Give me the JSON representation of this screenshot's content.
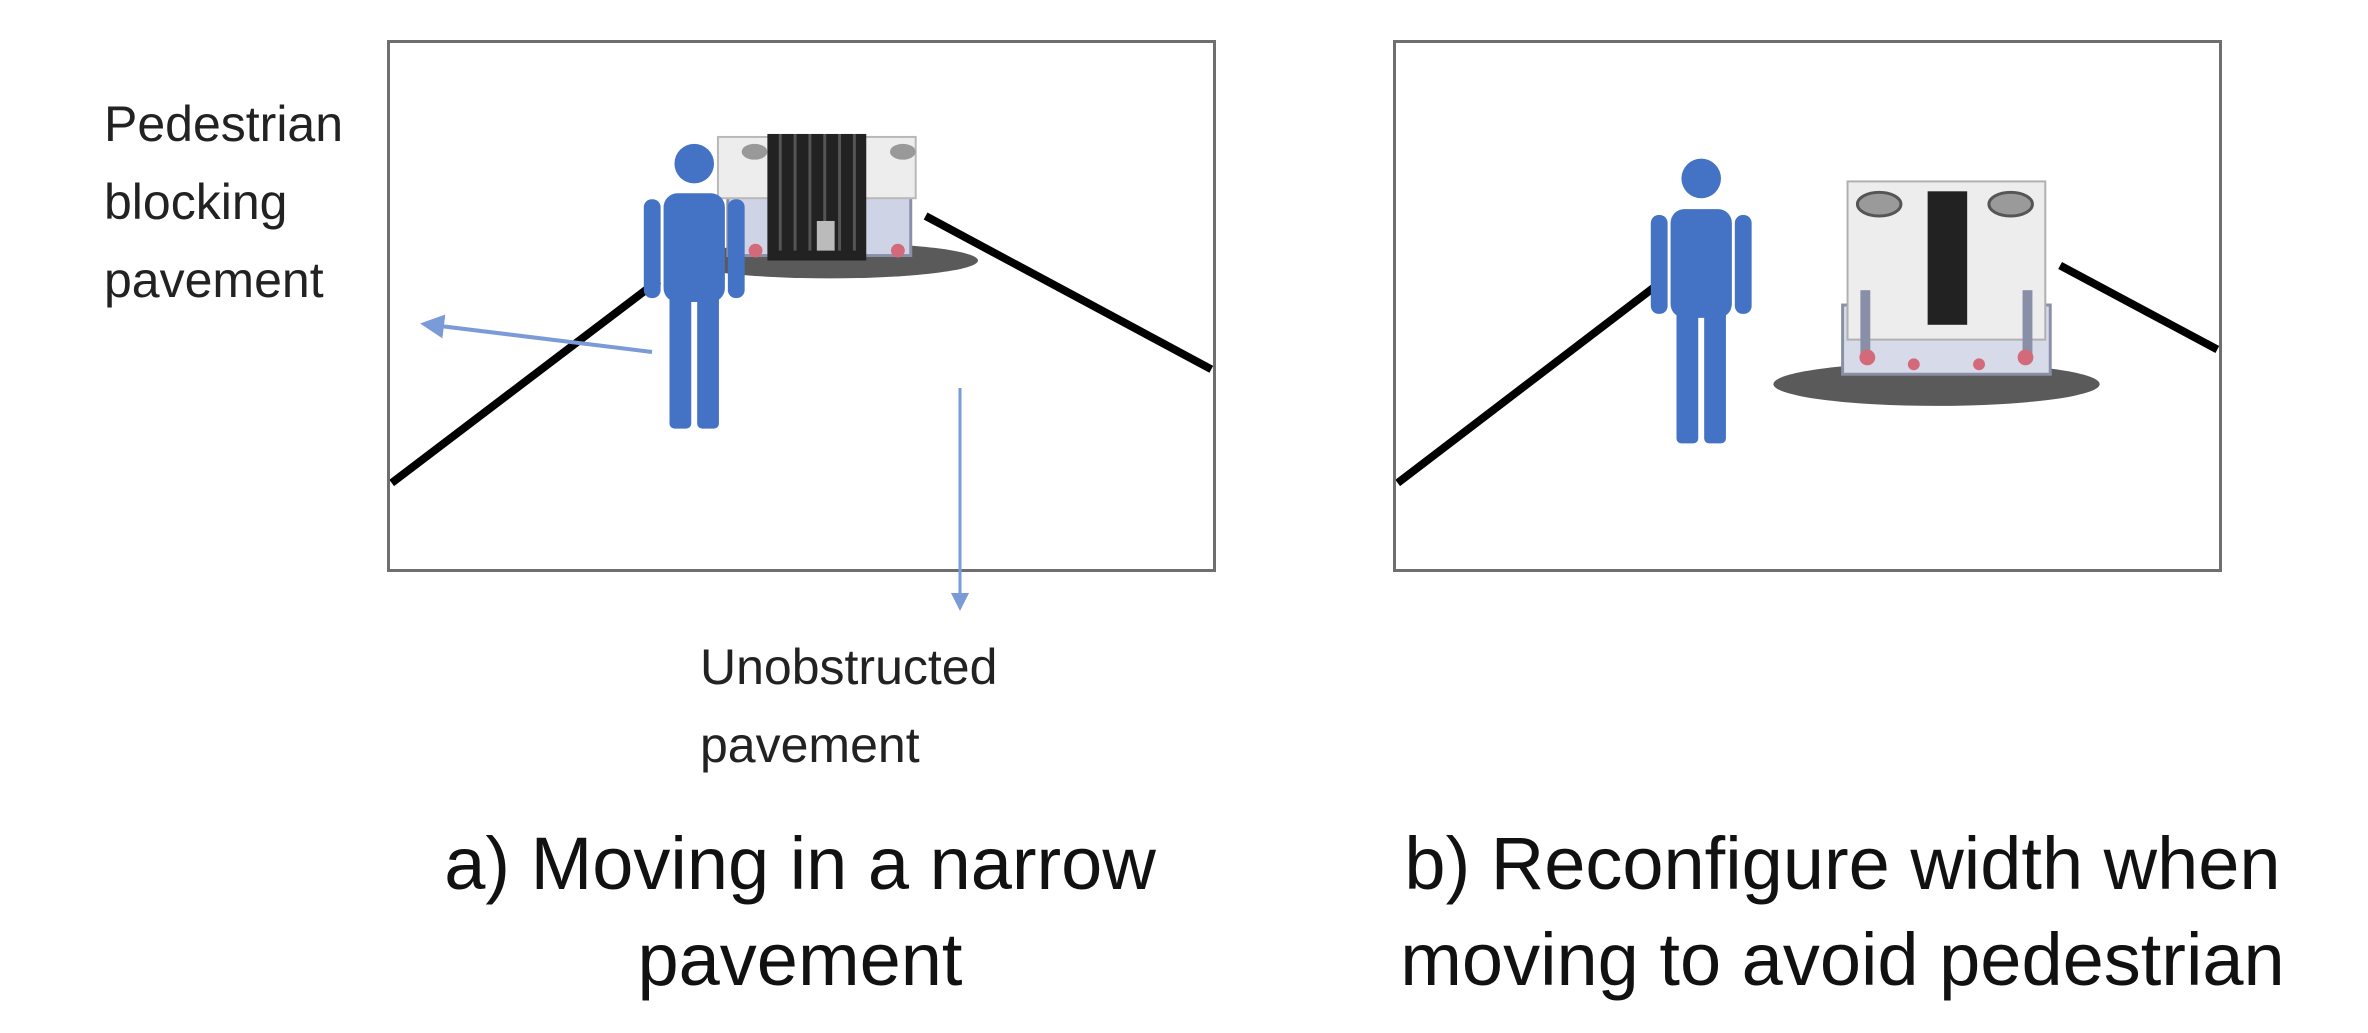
{
  "panel_a": {
    "annotation_pedestrian": "Pedestrian\nblocking\npavement",
    "annotation_unobstructed": "Unobstructed\npavement",
    "caption": "a) Moving in a narrow\npavement"
  },
  "panel_b": {
    "caption": "b) Reconfigure width when\nmoving to avoid pedestrian"
  },
  "colors": {
    "pedestrian": "#4472c4",
    "arrow": "#7a9ad8",
    "pavement_edge": "#000000",
    "panel_border": "#6f6f6f"
  }
}
